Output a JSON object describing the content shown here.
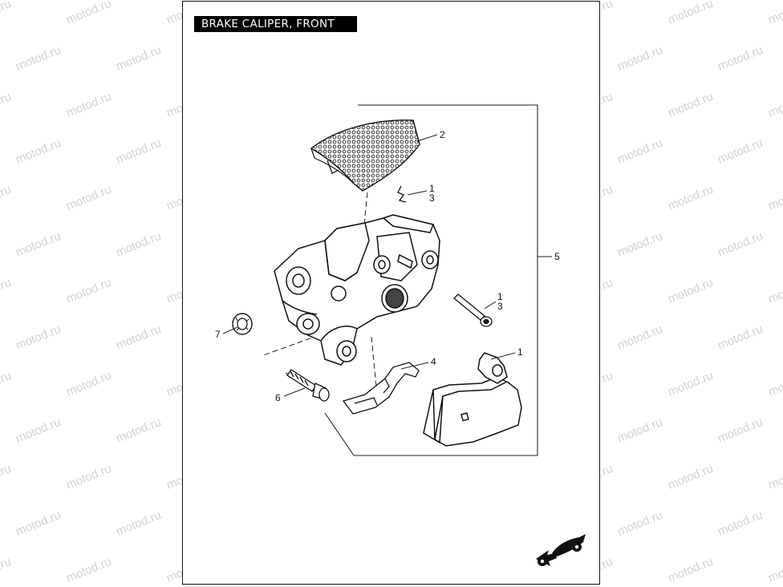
{
  "title": "BRAKE CALIPER, FRONT",
  "watermark": "motod.ru",
  "callouts": {
    "heat_shield": "2",
    "pin_upper_a": "1",
    "pin_upper_b": "3",
    "kit": "5",
    "pin_lower_a": "1",
    "pin_lower_b": "3",
    "washer": "7",
    "spring": "4",
    "pads": "1",
    "bolt": "6"
  },
  "icons": [
    "motorcycle-direction-icon"
  ]
}
